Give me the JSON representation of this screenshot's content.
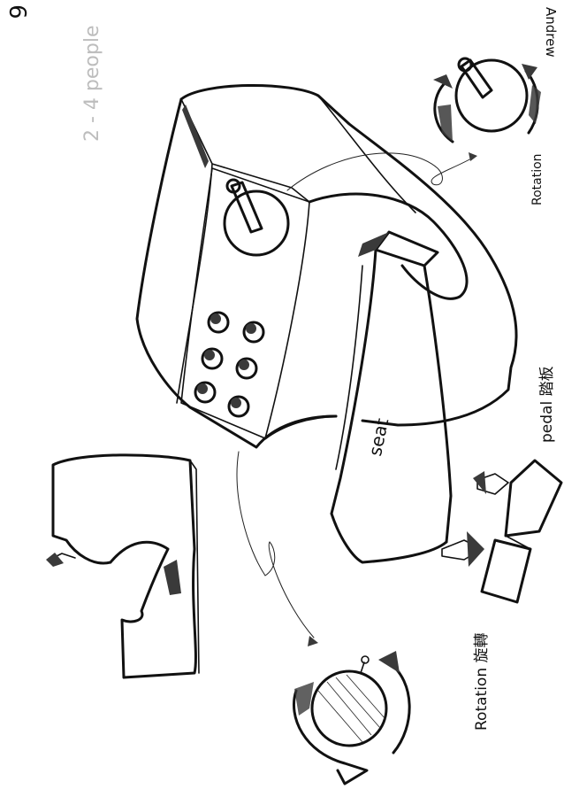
{
  "sketch": {
    "page_number": "6",
    "people_note": "2 - 4 people",
    "author": "Andrew",
    "seat_label": "seat",
    "rotation_label_top": "Rotation",
    "rotation_label_bottom": "Rotation 旋轉",
    "pedal_label": "pedal 踏板"
  },
  "colors": {
    "ink": "#111111",
    "pencil": "#bdbdbd",
    "paper": "#ffffff"
  }
}
